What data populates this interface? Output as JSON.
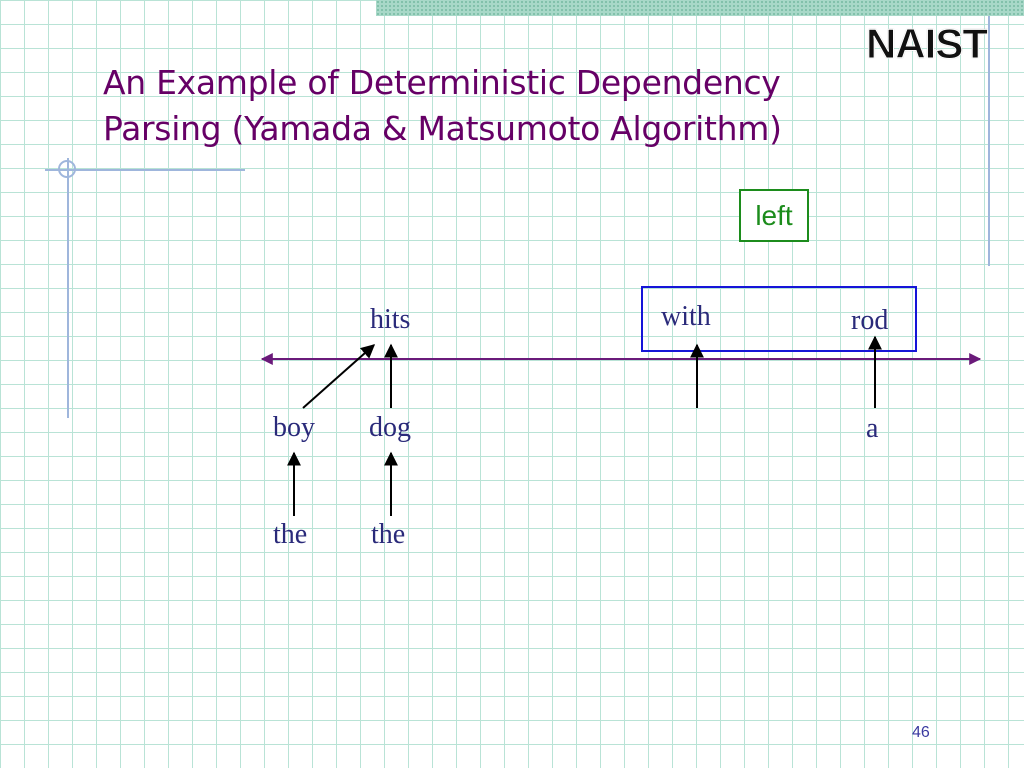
{
  "logo": "NAIST",
  "title": {
    "line1": "An Example of Deterministic Dependency",
    "line2": "Parsing (Yamada & Matsumoto Algorithm)"
  },
  "action_label": "left",
  "words": {
    "hits": "hits",
    "with": "with",
    "rod": "rod",
    "boy": "boy",
    "dog": "dog",
    "a": "a",
    "the1": "the",
    "the2": "the"
  },
  "page_number": "46",
  "colors": {
    "title": "#660066",
    "action_box": "#1c8c1c",
    "focus_box": "#1515d8",
    "axis": "#6a1a7a",
    "words": "#2a2a7a"
  }
}
